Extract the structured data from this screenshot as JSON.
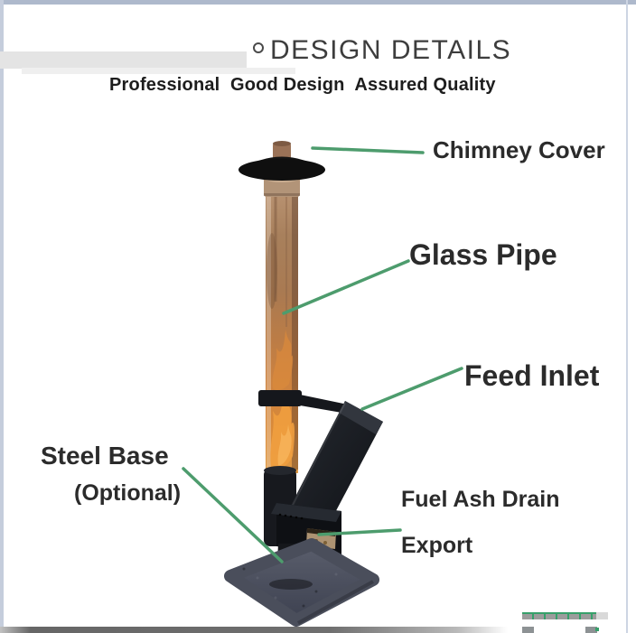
{
  "header": {
    "title": "DESIGN DETAILS",
    "subtitle": "Professional  Good Design  Assured Quality"
  },
  "callouts": {
    "chimney_cover": "Chimney Cover",
    "glass_pipe": "Glass Pipe",
    "feed_inlet": "Feed Inlet",
    "steel_base": "Steel Base",
    "steel_base_note": "(Optional)",
    "fuel_ash_drain_line1": "Fuel Ash Drain",
    "fuel_ash_drain_line2": "Export"
  },
  "icons": {
    "title_bullet": "circle-outline"
  },
  "colors": {
    "accent_green": "#4d9c6d",
    "frame_blue": "#bcc6d7",
    "title_text": "#3d3d3d",
    "label_text": "#2b2b2b",
    "copper_pipe": "#a97e5e",
    "flame_orange": "#dd8a35",
    "metal_black": "#17191d",
    "base_plate_slate": "#4a4e5b"
  }
}
